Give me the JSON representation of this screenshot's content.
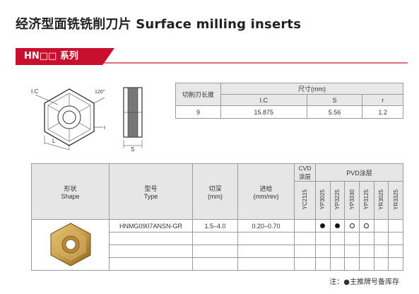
{
  "header": {
    "title": "经济型面铣铣削刀片 Surface milling inserts",
    "series": "HN□□ 系列"
  },
  "diagram": {
    "ic_label": "I.C",
    "angle_label": "120°",
    "r_label": "r",
    "l_label": "L",
    "s_label": "S"
  },
  "dim_table": {
    "col_edge_length": "切削刃长度",
    "col_size_group": "尺寸(mm)",
    "col_ic": "I.C",
    "col_s": "S",
    "col_r": "r",
    "row": {
      "edge_length": "9",
      "ic": "15.875",
      "s": "5.56",
      "r": "1.2"
    }
  },
  "main_table": {
    "shape_header": "形状",
    "shape_header_en": "Shape",
    "type_header": "型号",
    "type_header_en": "Type",
    "depth_header": "切深",
    "depth_unit": "(mm)",
    "feed_header": "进给",
    "feed_unit": "(mm/rev)",
    "cvd_header": "CVD\n涂层",
    "pvd_header": "PVD涂层",
    "grades": [
      "YC2115",
      "YP3025",
      "YP3225",
      "YP3330",
      "YP3125",
      "YR3025",
      "YR3325"
    ],
    "row": {
      "type": "HNMG0907ANSN-GR",
      "depth": "1.5–4.0",
      "feed": "0.20–0.70",
      "marks": [
        "",
        "filled",
        "filled",
        "open",
        "open",
        "",
        ""
      ]
    }
  },
  "note": "注：●主推牌号备库存",
  "colors": {
    "accent": "#c8102e",
    "insert_gold": "#c9a04a",
    "header_gray": "#e6e6e6"
  }
}
